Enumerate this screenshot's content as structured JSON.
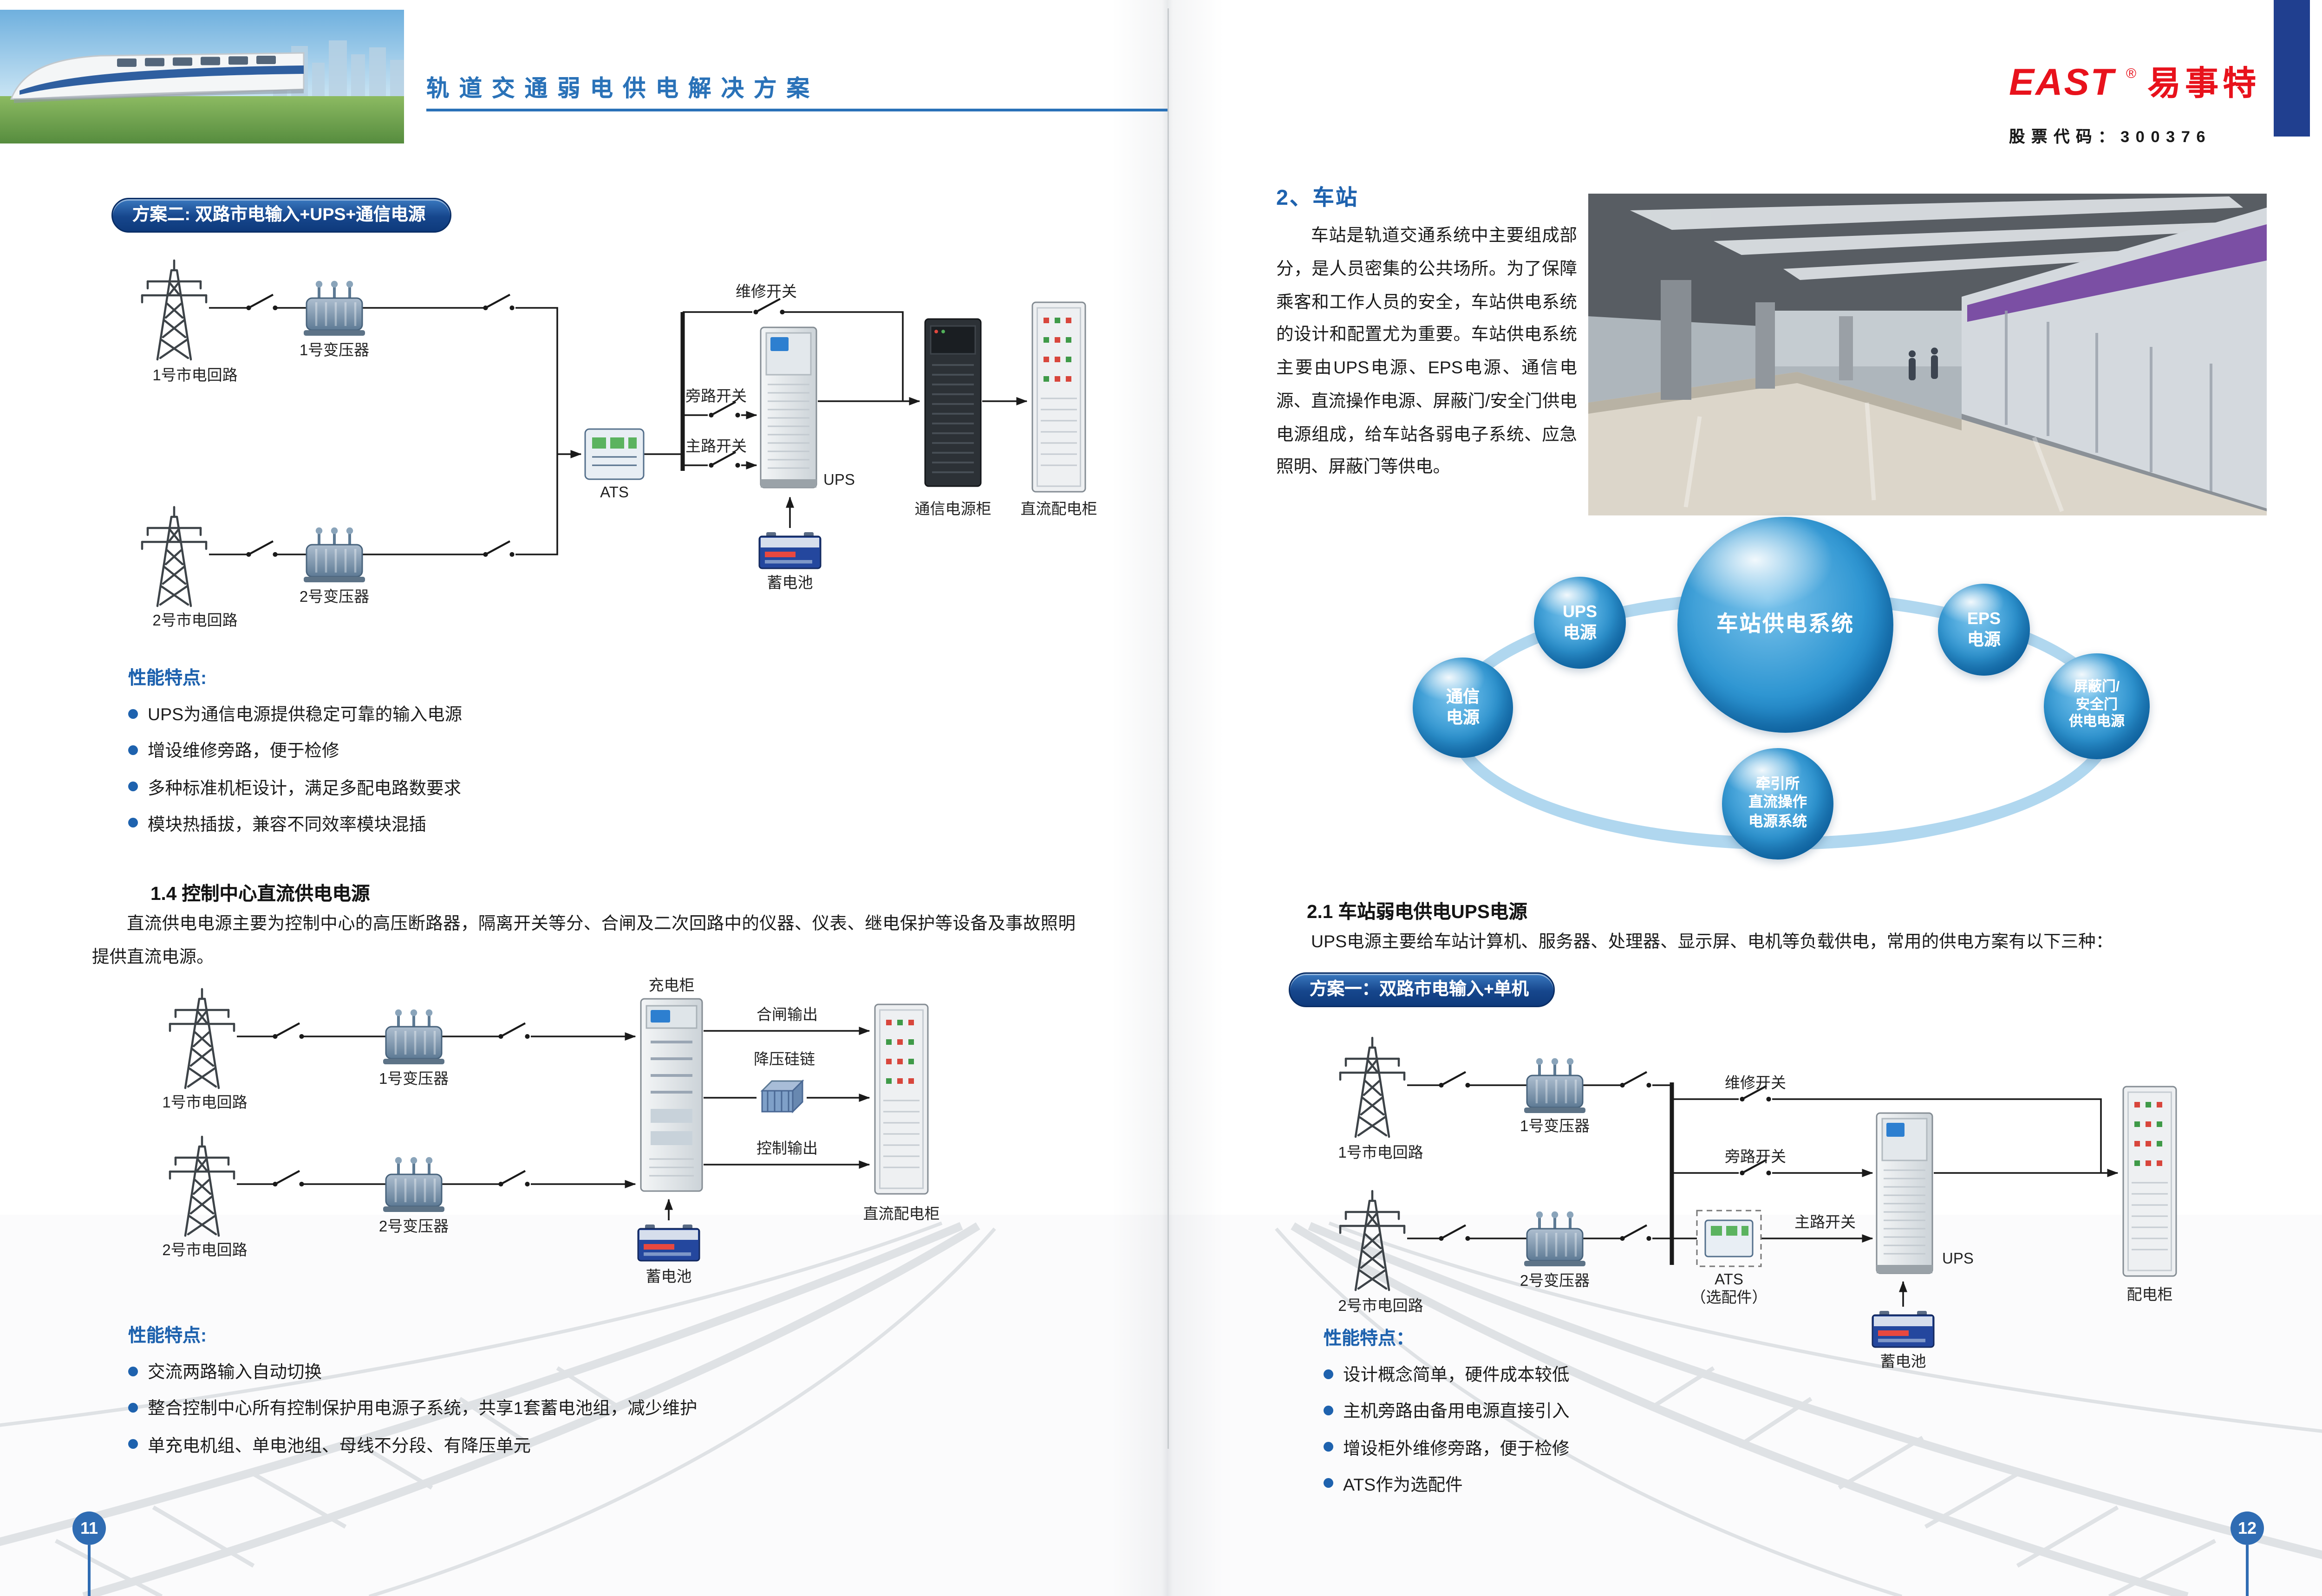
{
  "header": {
    "title": "轨道交通弱电供电解决方案",
    "logo": {
      "brand": "EAST",
      "reg": "®",
      "brand_cn": "易事特",
      "stock": "股票代码：300376"
    }
  },
  "page_left": {
    "banner": "方案二: 双路市电输入+UPS+通信电源",
    "diagram_scheme2": {
      "circuit1": "1号市电回路",
      "transformer1": "1号变压器",
      "circuit2": "2号市电回路",
      "transformer2": "2号变压器",
      "ats": "ATS",
      "maintenance_switch": "维修开关",
      "bypass_switch": "旁路开关",
      "main_switch": "主路开关",
      "ups": "UPS",
      "battery": "蓄电池",
      "comm_cabinet": "通信电源柜",
      "dc_cabinet": "直流配电柜"
    },
    "features_scheme2": {
      "title": "性能特点:",
      "items": [
        "UPS为通信电源提供稳定可靠的输入电源",
        "增设维修旁路，便于检修",
        "多种标准机柜设计，满足多配电路数要求",
        "模块热插拔，兼容不同效率模块混插"
      ]
    },
    "section_1_4": {
      "title": "1.4 控制中心直流供电电源",
      "body": "直流供电电源主要为控制中心的高压断路器，隔离开关等分、合闸及二次回路中的仪器、仪表、继电保护等设备及事故照明提供直流电源。"
    },
    "diagram_dc": {
      "circuit1": "1号市电回路",
      "transformer1": "1号变压器",
      "circuit2": "2号市电回路",
      "transformer2": "2号变压器",
      "charge_cabinet": "充电柜",
      "closing_output": "合闸输出",
      "silicon_chain": "降压硅链",
      "control_output": "控制输出",
      "dc_cabinet": "直流配电柜",
      "battery": "蓄电池"
    },
    "features_dc": {
      "title": "性能特点:",
      "items": [
        "交流两路输入自动切换",
        "整合控制中心所有控制保护用电源子系统，共享1套蓄电池组，减少维护",
        "单充电机组、单电池组、母线不分段、有降压单元"
      ]
    },
    "page_number": "11"
  },
  "page_right": {
    "section_2": {
      "title": "2、车站",
      "body": "车站是轨道交通系统中主要组成部分，是人员密集的公共场所。为了保障乘客和工作人员的安全，车站供电系统的设计和配置尤为重要。车站供电系统主要由UPS电源、EPS电源、通信电源、直流操作电源、屏蔽门/安全门供电电源组成，给车站各弱电子系统、应急照明、屏蔽门等供电。"
    },
    "bubble_diagram": {
      "center": "车站供电系统",
      "ups": "UPS\n电源",
      "eps": "EPS\n电源",
      "comm": "通信\n电源",
      "door": "屏蔽门/\n安全门\n供电电源",
      "traction": "牵引所\n直流操作\n电源系统"
    },
    "section_2_1": {
      "title": "2.1 车站弱电供电UPS电源",
      "body": "UPS电源主要给车站计算机、服务器、处理器、显示屏、电机等负载供电，常用的供电方案有以下三种："
    },
    "banner": "方案一：双路市电输入+单机",
    "diagram_scheme1": {
      "circuit1": "1号市电回路",
      "transformer1": "1号变压器",
      "circuit2": "2号市电回路",
      "transformer2": "2号变压器",
      "maintenance_switch": "维修开关",
      "bypass_switch": "旁路开关",
      "main_switch": "主路开关",
      "ats": "ATS\n（选配件）",
      "ups": "UPS",
      "battery": "蓄电池",
      "dist_cabinet": "配电柜"
    },
    "features": {
      "title": "性能特点：",
      "items": [
        "设计概念简单，硬件成本较低",
        "主机旁路由备用电源直接引入",
        "增设柜外维修旁路，便于检修",
        "ATS作为选配件"
      ]
    },
    "page_number": "12"
  }
}
